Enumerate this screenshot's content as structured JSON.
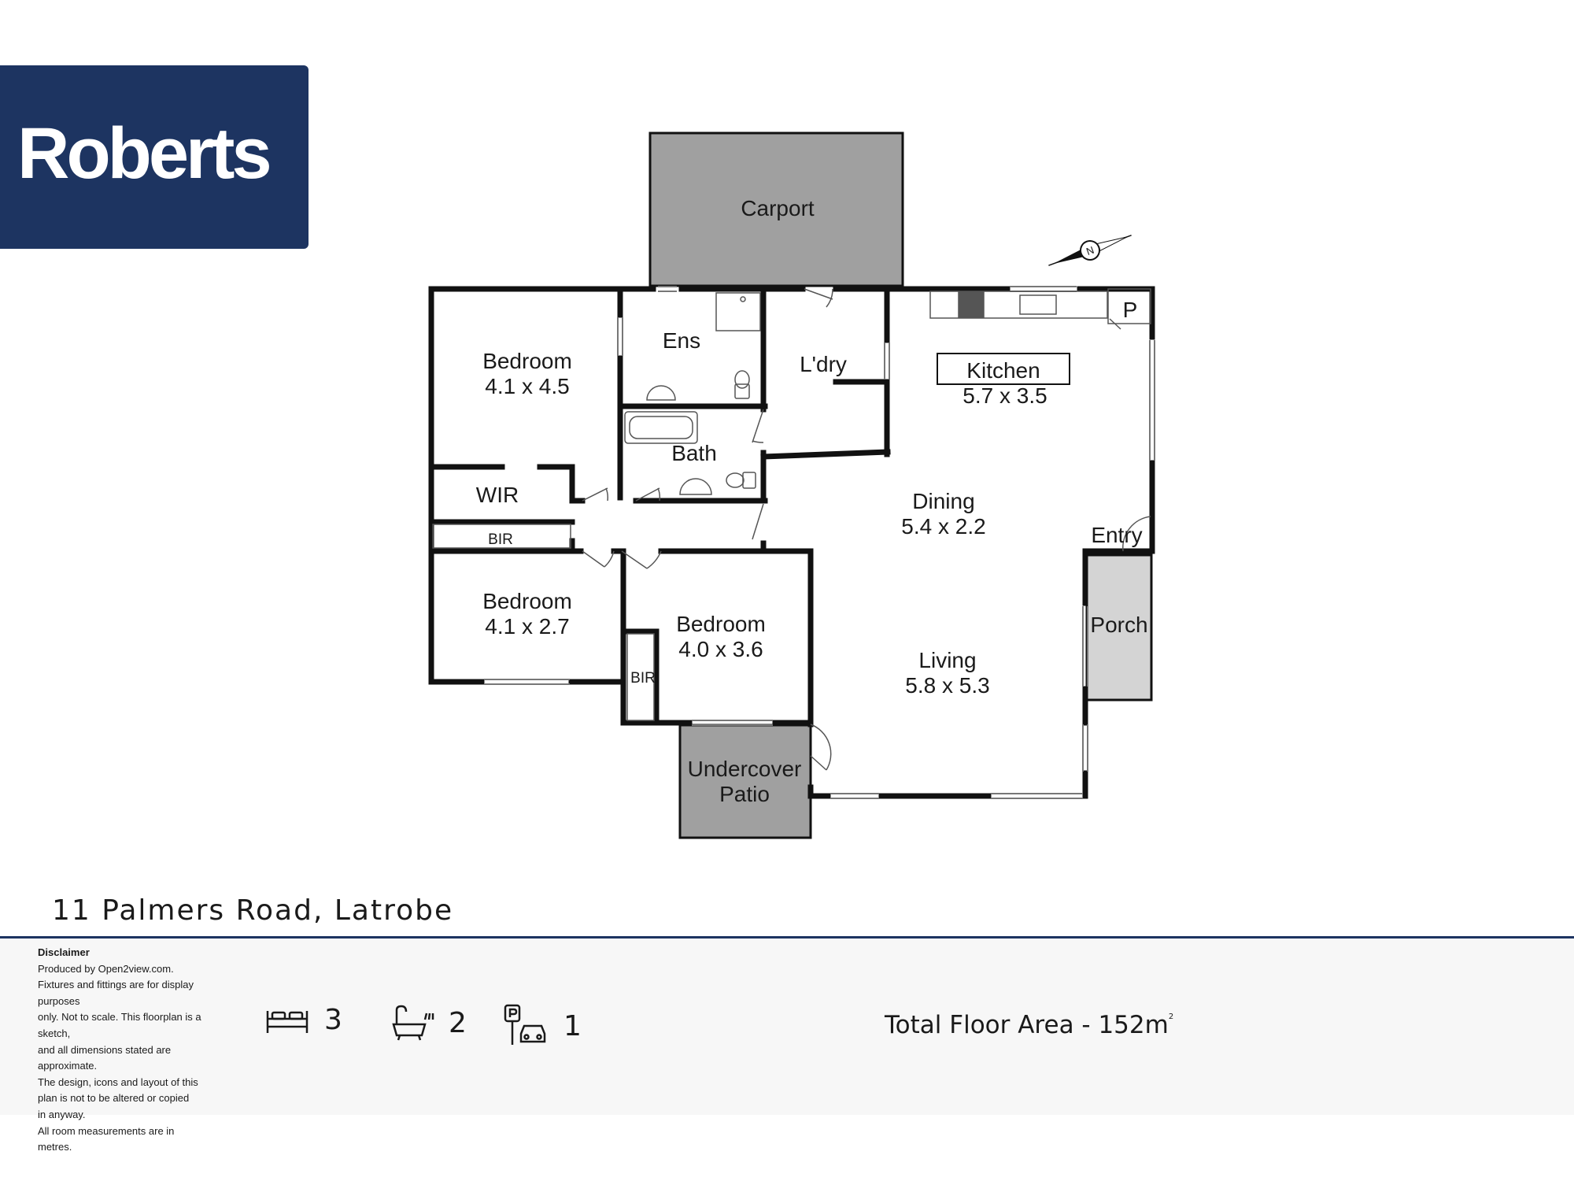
{
  "brand": {
    "logo_text": "Roberts"
  },
  "rooms": {
    "carport": "Carport",
    "bedroom1": {
      "name": "Bedroom",
      "size": "4.1 x 4.5"
    },
    "ensuite": "Ens",
    "laundry": "L'dry",
    "kitchen": {
      "name": "Kitchen",
      "size": "5.7 x 3.5"
    },
    "pantry": "P",
    "bath": "Bath",
    "wir": "WIR",
    "bir1": "BIR",
    "dining": {
      "name": "Dining",
      "size": "5.4 x 2.2"
    },
    "entry": "Entry",
    "bedroom2": {
      "name": "Bedroom",
      "size": "4.1 x 2.7"
    },
    "bedroom3": {
      "name": "Bedroom",
      "size": "4.0 x 3.6"
    },
    "bir2": "BIR",
    "porch": "Porch",
    "living": {
      "name": "Living",
      "size": "5.8 x 5.3"
    },
    "patio": {
      "line1": "Undercover",
      "line2": "Patio"
    }
  },
  "compass": {
    "letter": "N"
  },
  "address": "11 Palmers Road, Latrobe",
  "disclaimer": {
    "title": "Disclaimer",
    "lines": [
      "Produced by Open2view.com.",
      "Fixtures and fittings are for display purposes",
      "only. Not to scale. This floorplan is a sketch,",
      "and all dimensions stated are approximate.",
      "The design, icons and layout of this",
      "plan is not to be altered or copied",
      "in anyway.",
      "All room measurements are in",
      "metres."
    ]
  },
  "features": {
    "bedrooms": {
      "icon": "bed-icon",
      "count": "3"
    },
    "bathrooms": {
      "icon": "bath-icon",
      "count": "2"
    },
    "parking": {
      "icon": "car-parking-icon",
      "count": "1"
    }
  },
  "total_area": {
    "label": "Total Floor Area - 152m",
    "unit_sup": "2"
  },
  "colors": {
    "brand": "#1d3461",
    "wall": "#111111",
    "carport_fill": "#a0a0a0",
    "porch_fill": "#d4d4d4"
  }
}
